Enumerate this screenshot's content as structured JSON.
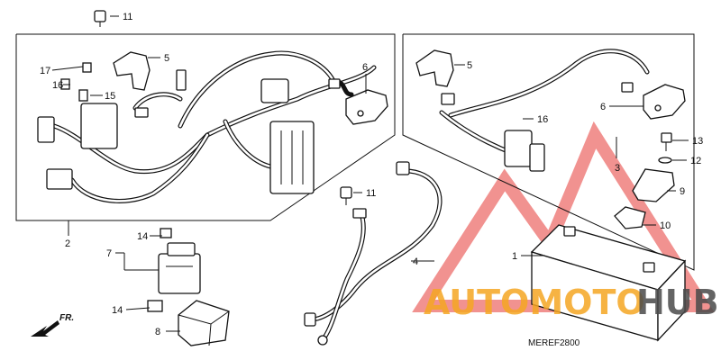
{
  "callouts": [
    "1",
    "2",
    "3",
    "4",
    "5",
    "6",
    "7",
    "8",
    "9",
    "10",
    "11",
    "12",
    "13",
    "14",
    "15",
    "16",
    "17"
  ],
  "labels": {
    "l1": "1",
    "l2": "2",
    "l3": "3",
    "l4": "4",
    "l5a": "5",
    "l5b": "5",
    "l6a": "6",
    "l6b": "6",
    "l7": "7",
    "l8": "8",
    "l9": "9",
    "l10": "10",
    "l11a": "11",
    "l11b": "11",
    "l12": "12",
    "l13": "13",
    "l14a": "14",
    "l14b": "14",
    "l15": "15",
    "l16a": "16",
    "l16b": "16",
    "l17": "17"
  },
  "direction_label": "FR.",
  "diagram_code": "MEREF2800",
  "watermark": {
    "part1": "AUTOMOTO",
    "part2": "HUB",
    "color_orange": "#f5a623",
    "color_dark": "#4a4a4a",
    "color_red": "#e53935"
  }
}
